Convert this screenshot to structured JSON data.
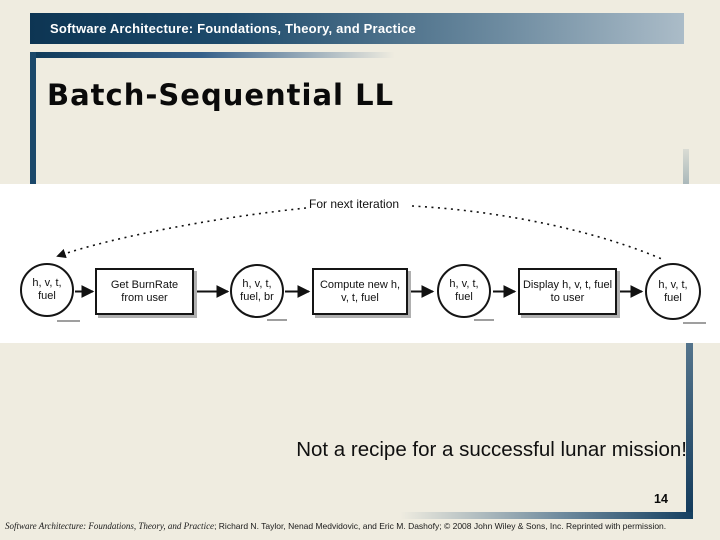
{
  "slide": {
    "header": {
      "title": "Software Architecture: Foundations, Theory, and Practice"
    },
    "title": "Batch-Sequential LL",
    "diagram": {
      "loop_label": "For next iteration",
      "nodes": [
        {
          "type": "circle",
          "line1": "h, v, t,",
          "line2": "fuel"
        },
        {
          "type": "box",
          "line1": "Get BurnRate",
          "line2": "from user"
        },
        {
          "type": "circle",
          "line1": "h, v, t,",
          "line2": "fuel, br"
        },
        {
          "type": "box",
          "line1": "Compute new h,",
          "line2": "v, t, fuel"
        },
        {
          "type": "circle",
          "line1": "h, v, t,",
          "line2": "fuel"
        },
        {
          "type": "box",
          "line1": "Display h, v, t, fuel",
          "line2": "to user"
        },
        {
          "type": "circle",
          "line1": "h, v, t,",
          "line2": "fuel"
        }
      ]
    },
    "callout": "Not a recipe for a successful lunar mission!",
    "page_number": "14",
    "footer": {
      "italic": "Software Architecture: Foundations, Theory, and Practice",
      "rest": "; Richard N. Taylor, Nenad Medvidovic, and Eric M. Dashofy; © 2008 John Wiley & Sons, Inc. Reprinted with permission."
    },
    "colors": {
      "background": "#efece0",
      "strip": "#ffffff",
      "header_navy": "#0d3553",
      "header_light": "#abbcc8",
      "bar_navy": "#1b486a",
      "ink": "#111111",
      "shadow_gray": "#b0b0b0"
    }
  }
}
